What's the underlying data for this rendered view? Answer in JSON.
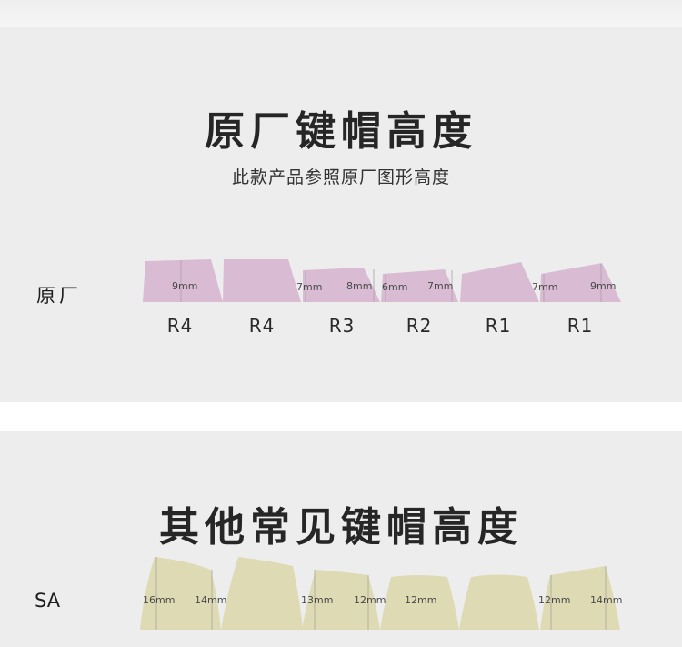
{
  "section_oem": {
    "title": "原厂键帽高度",
    "subtitle": "此款产品参照原厂图形高度",
    "label": "原厂",
    "color": "#d9bbd4",
    "rows": [
      "R4",
      "R4",
      "R3",
      "R2",
      "R1",
      "R1"
    ],
    "measurements": [
      "9mm",
      "7mm",
      "8mm",
      "6mm",
      "7mm",
      "7mm",
      "9mm"
    ]
  },
  "section_other": {
    "title": "其他常见键帽高度",
    "label": "SA",
    "color": "#dedbb4",
    "measurements": [
      "16mm",
      "14mm",
      "13mm",
      "12mm",
      "12mm",
      "12mm",
      "14mm"
    ]
  }
}
